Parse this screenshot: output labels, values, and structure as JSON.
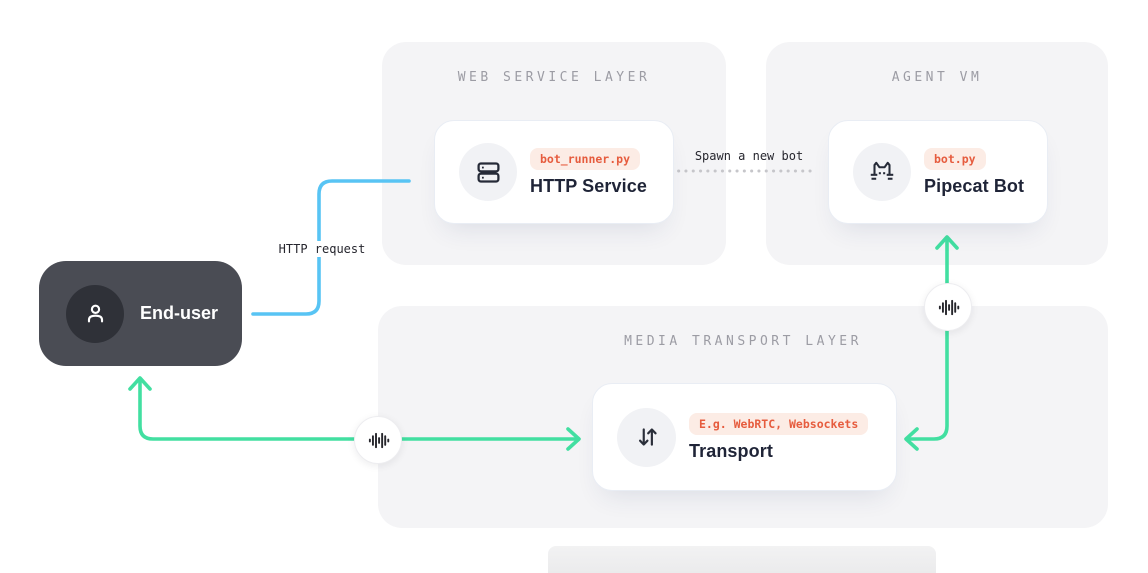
{
  "panels": {
    "web_service": {
      "title": "WEB SERVICE LAYER"
    },
    "agent_vm": {
      "title": "AGENT VM"
    },
    "media_transport": {
      "title": "MEDIA TRANSPORT LAYER"
    }
  },
  "nodes": {
    "http_service": {
      "badge": "bot_runner.py",
      "title": "HTTP Service",
      "icon": "server-icon"
    },
    "pipecat_bot": {
      "badge": "bot.py",
      "title": "Pipecat Bot",
      "icon": "pipecat-cat-icon"
    },
    "transport": {
      "badge": "E.g. WebRTC, Websockets",
      "title": "Transport",
      "icon": "transfer-arrows-icon"
    },
    "end_user": {
      "title": "End-user",
      "icon": "person-icon"
    }
  },
  "edges": {
    "http_request": {
      "label": "HTTP request",
      "style": "solid",
      "color": "#58c4f4",
      "between": [
        "End-user",
        "HTTP Service"
      ]
    },
    "spawn_bot": {
      "label": "Spawn a new bot",
      "style": "dotted",
      "color": "#c6c6ca",
      "between": [
        "HTTP Service",
        "Pipecat Bot"
      ]
    },
    "audio_left": {
      "icon": "waveform-icon",
      "style": "solid",
      "direction": "bidirectional",
      "color": "#42dfa1",
      "between": [
        "End-user",
        "Transport"
      ]
    },
    "audio_right": {
      "icon": "waveform-icon",
      "style": "solid",
      "direction": "bidirectional",
      "color": "#42dfa1",
      "between": [
        "Transport",
        "Pipecat Bot"
      ]
    }
  },
  "colors": {
    "accent_blue": "#58c4f4",
    "accent_green": "#42dfa1",
    "badge_text": "#e65c3e",
    "badge_bg": "#fcece5",
    "panel_bg": "#f4f4f6",
    "panel_title": "#9c9ca4",
    "card_title": "#1f2437",
    "dark_node_bg": "#4a4c54",
    "icon_ink": "#262b38"
  }
}
